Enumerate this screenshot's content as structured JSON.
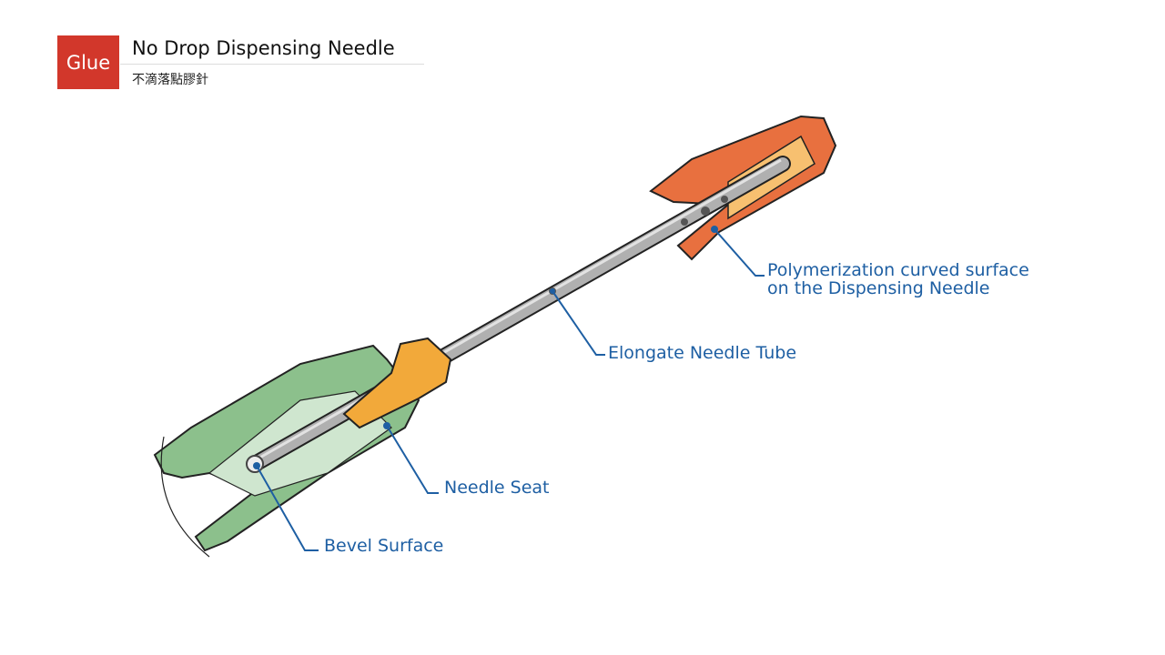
{
  "header": {
    "badge": "Glue",
    "title": "No Drop Dispensing Needle",
    "subtitle": "不滴落點膠針"
  },
  "labels": {
    "polymerization_line1": "Polymerization curved surface",
    "polymerization_line2": "on the Dispensing Needle",
    "tube": "Elongate Needle Tube",
    "seat": "Needle Seat",
    "bevel": "Bevel Surface"
  },
  "colors": {
    "accent": "#d2372b",
    "label": "#1e5fa3",
    "seat": "#8cc08c",
    "cap": "#e8703f",
    "hub": "#f2a93a",
    "tube": "#a9a9a9"
  }
}
